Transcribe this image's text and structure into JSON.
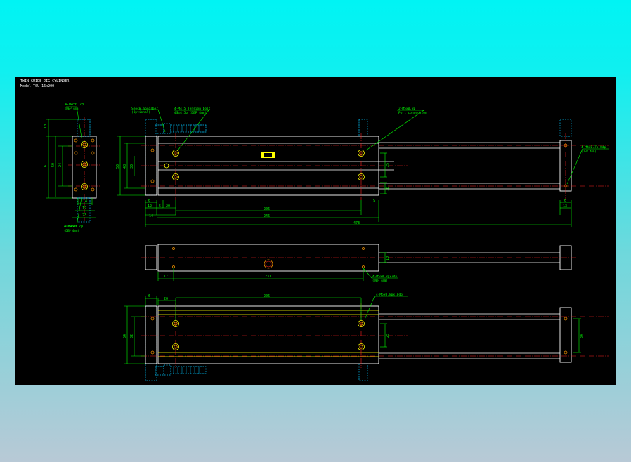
{
  "header": {
    "title": "TWIN GUIDE JIG CYLINDER",
    "model": "Model TSU 16x200"
  },
  "callouts": {
    "side_top": "4-M4x0.7p",
    "side_top_sub": "(DEP 4mm)",
    "side_bottom": "4-M4x0.7p",
    "side_bottom_sub": "(DEP 4mm)",
    "shock": "Shock absorber",
    "shock_sub": "(Optional)",
    "bolt": "4-M4.5 Tension bolt",
    "bolt_sub": "4S=4.5p (DEP 4mm)",
    "port": "2-M5x0.8p",
    "port_sub": "Port connection",
    "rod_end": "4-M4x0.7p.8dp",
    "rod_end_sub": "(DEP 4mm)",
    "mid": "4-M5x0.8px7dp",
    "mid_sub": "(DEP 4mm)",
    "bottom": "4-M5x0.8px10dp"
  },
  "dimensions": {
    "side": {
      "top": "10",
      "d1": "50",
      "d2": "24",
      "d3": "61",
      "d4": "12",
      "d5": "14",
      "d6": "23"
    },
    "top": {
      "left_h1": "50",
      "left_h2": "30",
      "left_h3": "48",
      "right_v": "25",
      "right_v2": "10",
      "b6": "6",
      "b12": "12",
      "b5": "5",
      "b20": "20",
      "b9": "9",
      "b206": "206",
      "b14": "14",
      "b246": "246",
      "b473": "473",
      "br6": "6",
      "br13": "13"
    },
    "middle": {
      "d17": "17",
      "d231": "231",
      "d10": "10"
    },
    "bottom": {
      "d6": "6",
      "d20": "20",
      "d206": "206",
      "d54": "54",
      "d32": "32",
      "d25": "25",
      "d34": "34"
    }
  },
  "colors": {
    "outline": "#ffffff",
    "centerline": "#ff2020",
    "dimension": "#00ff00",
    "hidden": "#00c8ff",
    "hole": "#ffff00",
    "background": "#000000"
  }
}
